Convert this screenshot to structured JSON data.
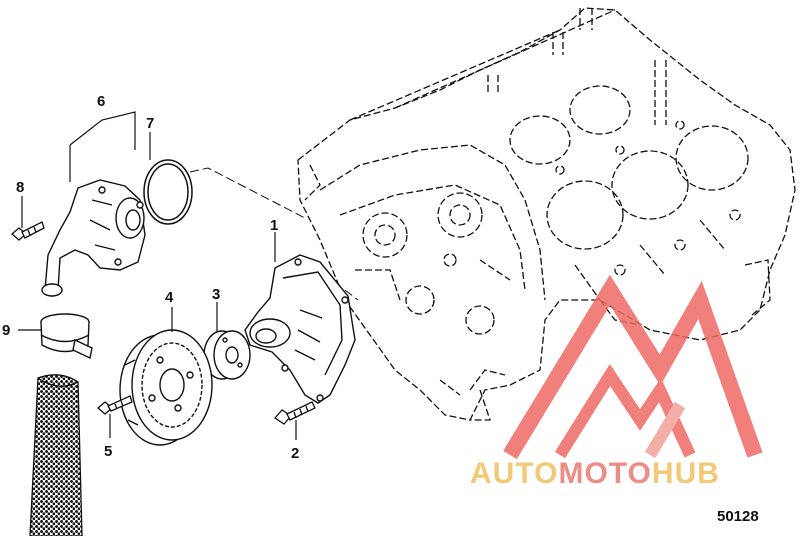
{
  "diagram": {
    "figure_number": "50128",
    "callouts": [
      "1",
      "2",
      "3",
      "4",
      "5",
      "6",
      "7",
      "8",
      "9"
    ]
  },
  "watermark": {
    "part1": "AUTO",
    "part2": "MOTO",
    "part3": "HUB",
    "color_primary": "#f2c26b",
    "color_secondary": "#e97a72"
  },
  "colors": {
    "line": "#111111",
    "logo_red": "#ef6b66",
    "logo_gold": "#f0c060"
  }
}
